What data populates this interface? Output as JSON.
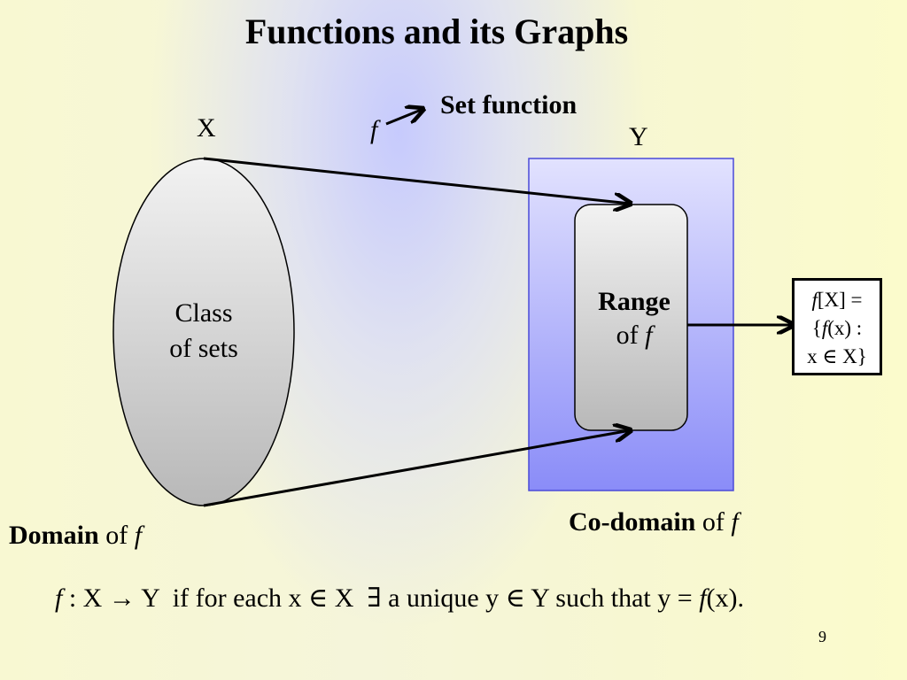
{
  "title": "Functions and its Graphs",
  "set_function_label": "Set function",
  "function_symbol": "f",
  "domain_set_label": "X",
  "codomain_set_label": "Y",
  "domain_shape": {
    "line1": "Class",
    "line2": "of sets"
  },
  "range_shape": {
    "bold": "Range",
    "of": "of",
    "f": "f"
  },
  "image_set": {
    "line1_f": "f",
    "line1_rest": "[X] =",
    "line2_open": "{",
    "line2_f": "f",
    "line2_rest": "(x) :",
    "line3": "x ∈ X}"
  },
  "domain_caption": {
    "bold": "Domain",
    "of": "of",
    "f": "f"
  },
  "codomain_caption": {
    "bold": "Co-domain",
    "of": "of",
    "f": "f"
  },
  "definition": {
    "f1": "f",
    "part1": " : X → Y  if for each x ∈ X  ∃ a unique y ∈ Y such that y = ",
    "f2": "f",
    "part2": "(x)."
  },
  "page_number": "9",
  "colors": {
    "codomain_fill_top": "#e2e2fe",
    "codomain_fill_bottom": "#8a8cf8",
    "codomain_border": "#4a4ad8",
    "gray_fill_light": "#f2f2f2",
    "gray_fill_dark": "#b8b8b8",
    "stroke": "#000000"
  }
}
